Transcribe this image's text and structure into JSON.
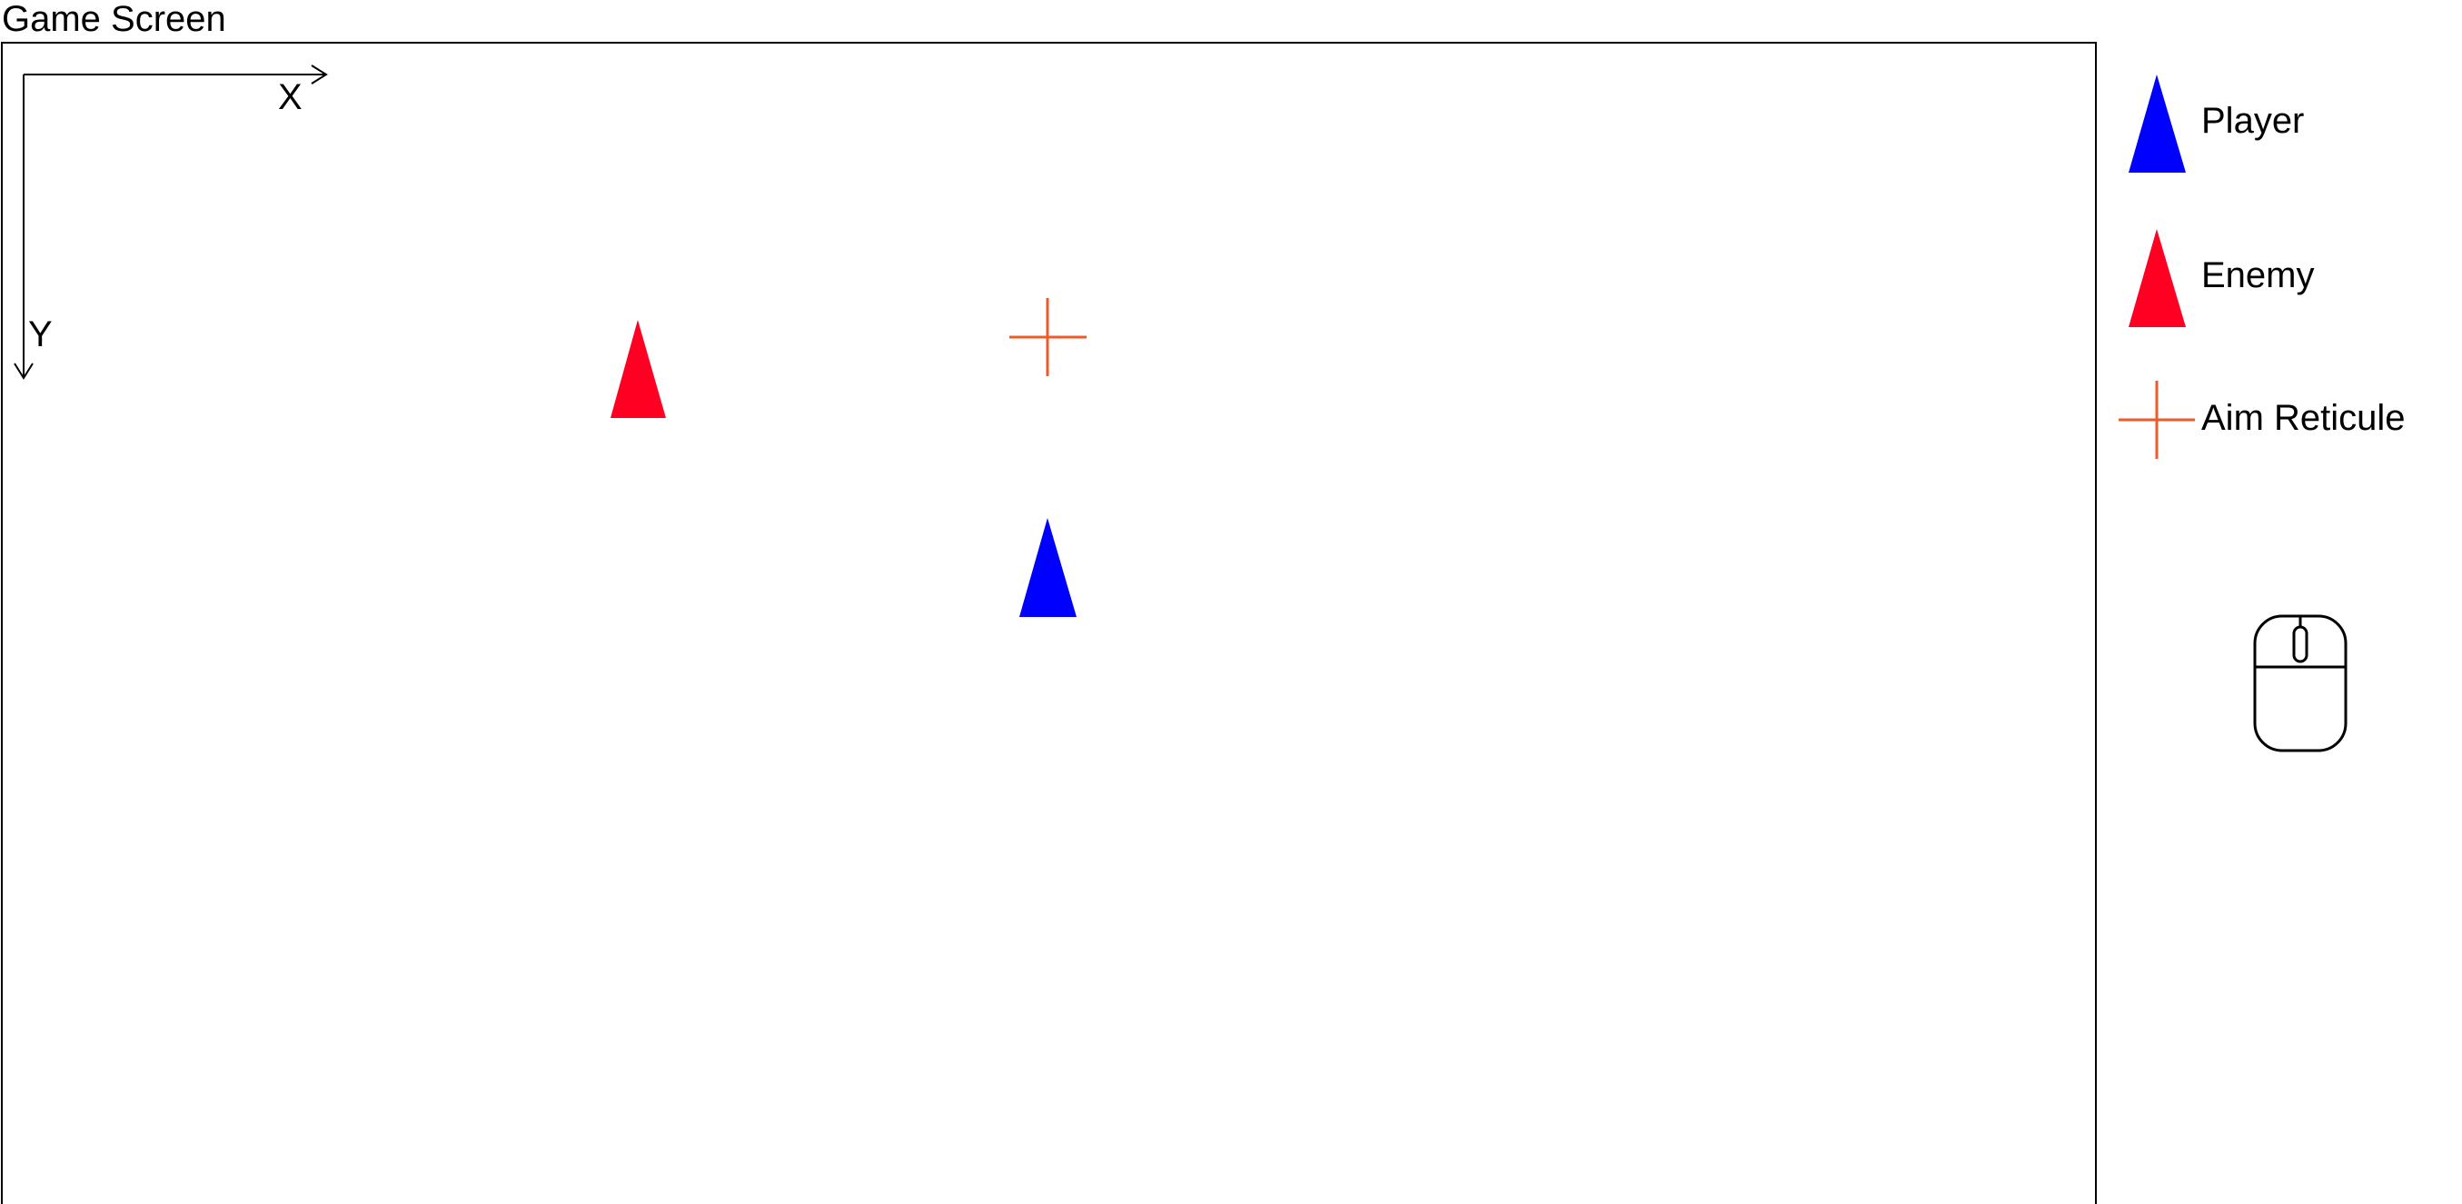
{
  "title": "Game Screen",
  "axes": {
    "x_label": "X",
    "y_label": "Y"
  },
  "colors": {
    "player": "#0000ff",
    "enemy": "#ff0022",
    "reticule": "#f05a28",
    "outline": "#000000"
  },
  "scene": {
    "player": {
      "icon": "triangle"
    },
    "enemy": {
      "icon": "triangle"
    },
    "reticule": {
      "icon": "crosshair"
    }
  },
  "legend": [
    {
      "key": "player",
      "label": "Player",
      "icon": "triangle"
    },
    {
      "key": "enemy",
      "label": "Enemy",
      "icon": "triangle"
    },
    {
      "key": "reticule",
      "label": "Aim Reticule",
      "icon": "crosshair"
    }
  ],
  "input_device": {
    "icon": "mouse-icon"
  }
}
